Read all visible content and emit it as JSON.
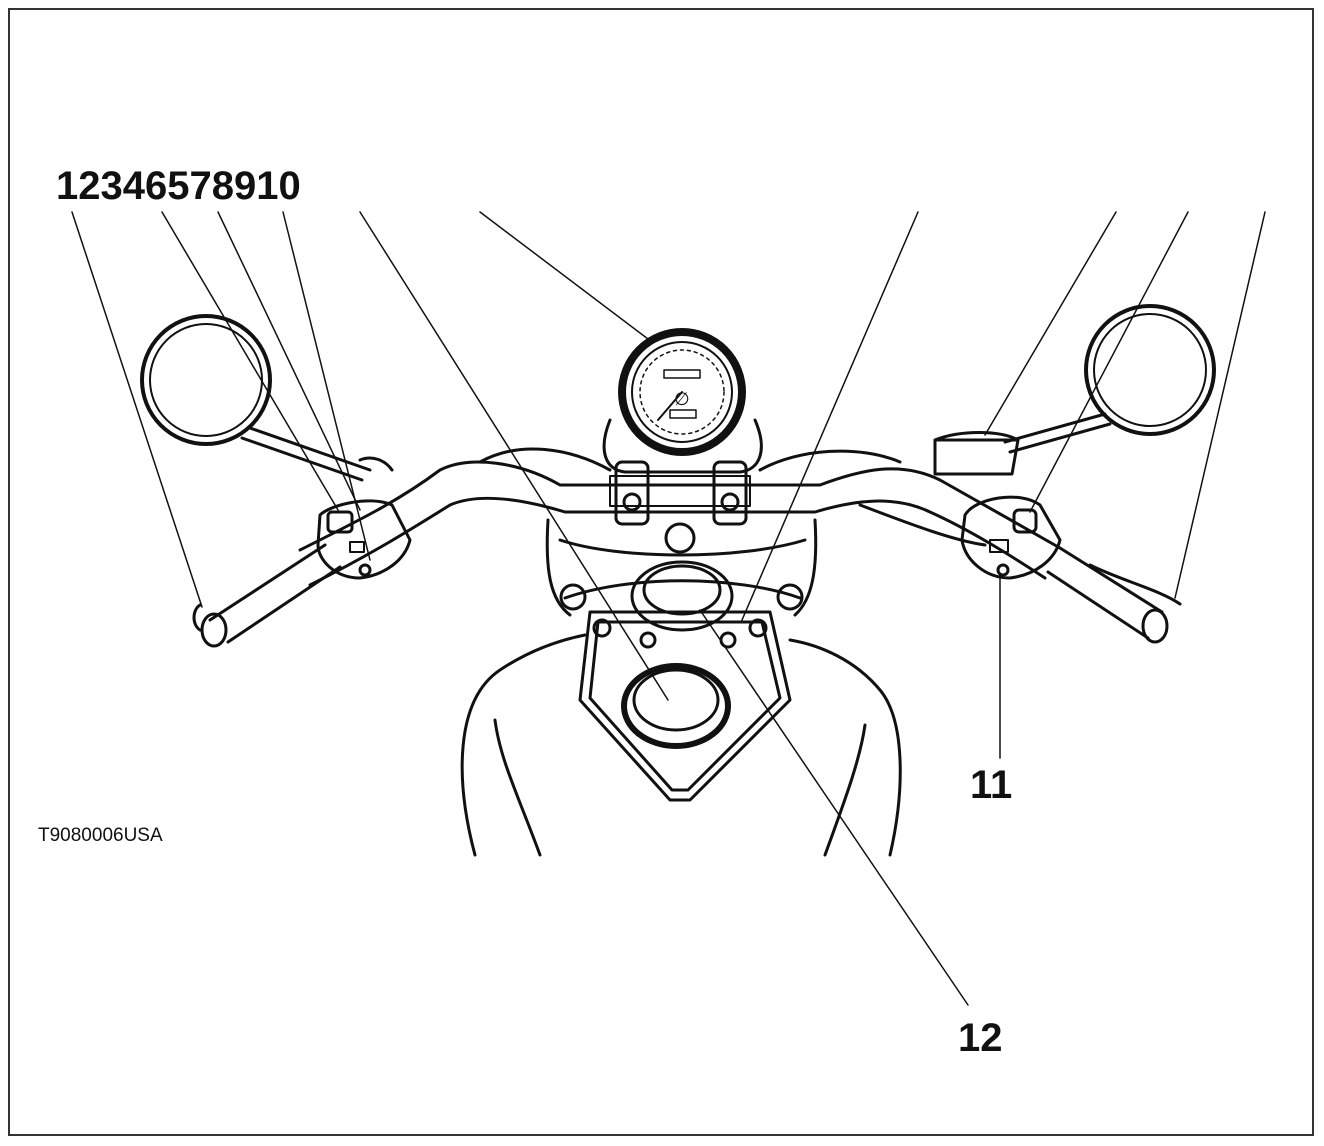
{
  "figure": {
    "callouts_top": "12346578910",
    "callout_right": "11",
    "callout_bottom": "12",
    "reference_code": "T9080006USA"
  },
  "colors": {
    "ink": "#111111",
    "background": "#ffffff"
  },
  "components": [
    "left-mirror-icon",
    "right-mirror-icon",
    "speedometer-icon",
    "handlebar-icon",
    "left-grip-icon",
    "right-grip-icon",
    "left-switch-housing-icon",
    "right-switch-housing-icon",
    "brake-reservoir-icon",
    "ignition-switch-icon",
    "fuel-cap-icon",
    "fuel-tank-icon"
  ]
}
